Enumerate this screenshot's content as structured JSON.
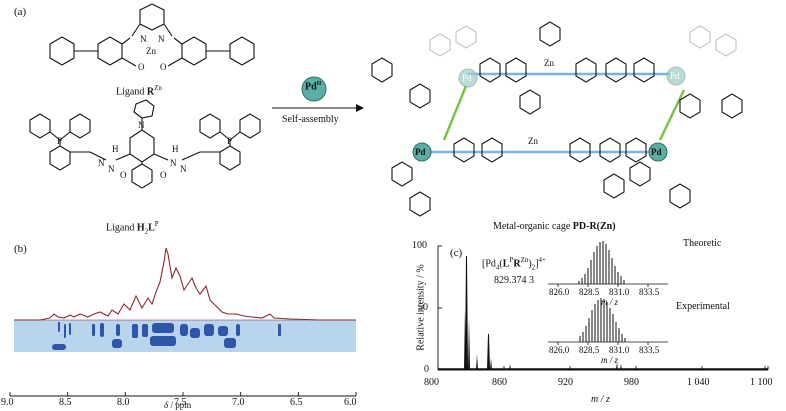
{
  "panel_a": {
    "label": "(a)",
    "ligand_r": {
      "caption_pre": "Ligand ",
      "caption_bold": "R",
      "caption_sup": "Zn",
      "metal": "Zn",
      "heteroatoms": [
        "N",
        "N",
        "O",
        "O"
      ]
    },
    "ligand_h2lp": {
      "caption_pre": "Ligand ",
      "caption_bold": "H",
      "caption_sub": "2",
      "caption_bold2": "L",
      "caption_sup": "P",
      "atoms": [
        "P",
        "P",
        "N",
        "N",
        "N",
        "N",
        "N",
        "O",
        "O",
        "H",
        "H"
      ]
    },
    "arrow": {
      "badge": "Pd",
      "badge_sup": "II",
      "label": "Self-assembly"
    },
    "cage": {
      "caption_pre": "Metal-organic cage ",
      "caption_bold": "PD-R(Zn)",
      "metal_labels": [
        "Pd",
        "Pd",
        "Pd",
        "Pd"
      ],
      "zn_labels": [
        "Zn",
        "Zn"
      ]
    }
  },
  "panel_b": {
    "label": "(b)",
    "xlabel_italic": "δ",
    "xlabel_rest": " / ppm",
    "ticks": [
      "9.0",
      "8.5",
      "8.0",
      "7.5",
      "7.0",
      "6.5",
      "6.0"
    ]
  },
  "panel_c": {
    "label": "(c)",
    "ylabel": "Relative intensity / %",
    "y_ticks": [
      "100",
      "50",
      "0"
    ],
    "x_ticks": [
      "800",
      "860",
      "920",
      "980",
      "1 040",
      "1 100"
    ],
    "xlabel": "m / z",
    "annotation_species_pre": "[Pd",
    "annotation_species_sub1": "4",
    "annotation_species_mid": "(",
    "annotation_species_bold": "L",
    "annotation_species_sup1": "P",
    "annotation_species_bold2": "R",
    "annotation_species_sup2": "Zn",
    "annotation_species_end": ")",
    "annotation_species_sub2": "2",
    "annotation_species_charge": "]",
    "annotation_species_sup3": "4+",
    "annotation_value": "829.374 3",
    "inset_top": {
      "title": "Theoretic",
      "ticks": [
        "826.0",
        "828.5",
        "831.0",
        "833.5"
      ],
      "xlabel": "m / z"
    },
    "inset_bottom": {
      "title": "Experimental",
      "ticks": [
        "826.0",
        "828.5",
        "831.0",
        "833.5"
      ],
      "xlabel": "m / z"
    }
  },
  "colors": {
    "nmr_trace": "#8b2a2a",
    "dosy_band": "#b9d5ee",
    "dosy_spots": "#2e56a8",
    "pd": "#5aaea6",
    "bond_green": "#7cc24a",
    "bond_blue": "#7fb2dd"
  }
}
